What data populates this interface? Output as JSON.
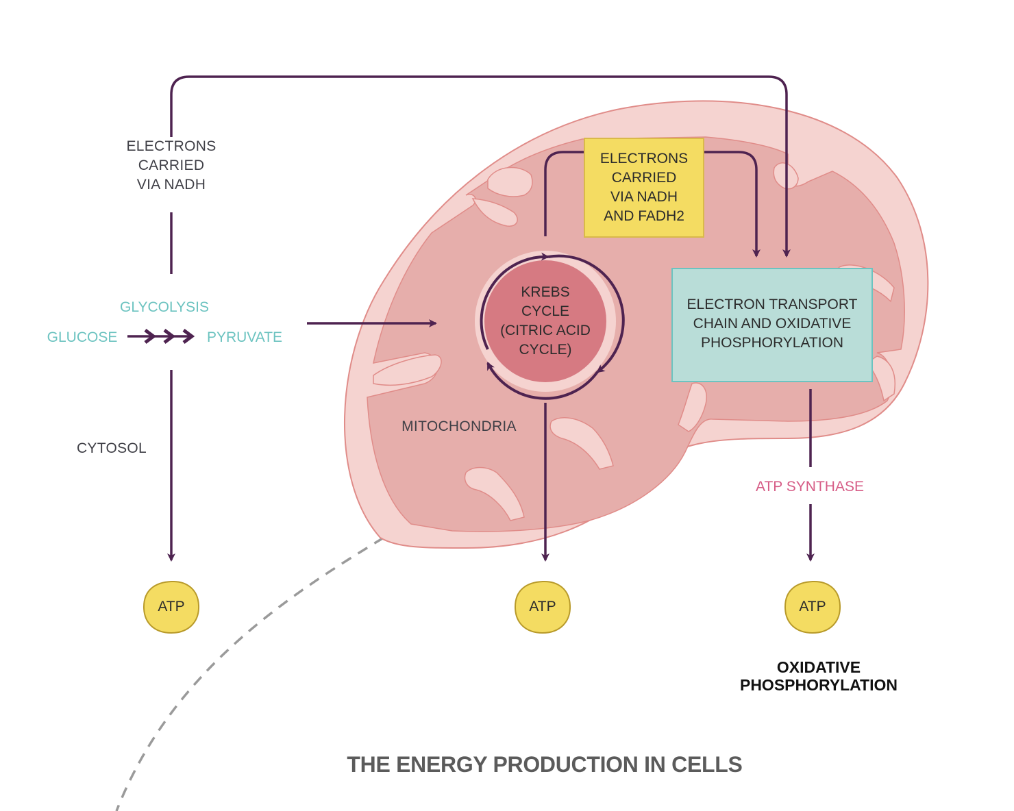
{
  "title": "THE ENERGY PRODUCTION IN CELLS",
  "left": {
    "electrons_label": [
      "ELECTRONS",
      "CARRIED",
      "VIA NADH"
    ],
    "glycolysis": "GLYCOLYSIS",
    "glucose": "GLUCOSE",
    "pyruvate": "PYRUVATE",
    "cytosol": "CYTOSOL",
    "atp": "ATP"
  },
  "mitochondria": {
    "label": "MITOCHONDRIA",
    "electrons_box": [
      "ELECTRONS",
      "CARRIED",
      "VIA NADH",
      "AND FADH2"
    ],
    "krebs": [
      "KREBS",
      "CYCLE",
      "(CITRIC ACID",
      "CYCLE)"
    ],
    "etc_box": [
      "ELECTRON TRANSPORT",
      "CHAIN AND OXIDATIVE",
      "PHOSPHORYLATION"
    ],
    "atp": "ATP"
  },
  "right": {
    "atp_synthase": "ATP SYNTHASE",
    "atp": "ATP",
    "oxidative": [
      "OXIDATIVE",
      "PHOSPHORYLATION"
    ]
  },
  "colors": {
    "arrow": "#4e2350",
    "mito_outer": "#f5d3d0",
    "mito_inner": "#e6aeab",
    "mito_stroke": "#e08c89",
    "krebs_fill": "#d67a82",
    "yellow_box": "#f4dc62",
    "teal_box": "#b9ddd8",
    "atp_fill": "#f4dc62",
    "glycolysis_text": "#6cc3c0",
    "atp_synthase_text": "#d65c86"
  }
}
